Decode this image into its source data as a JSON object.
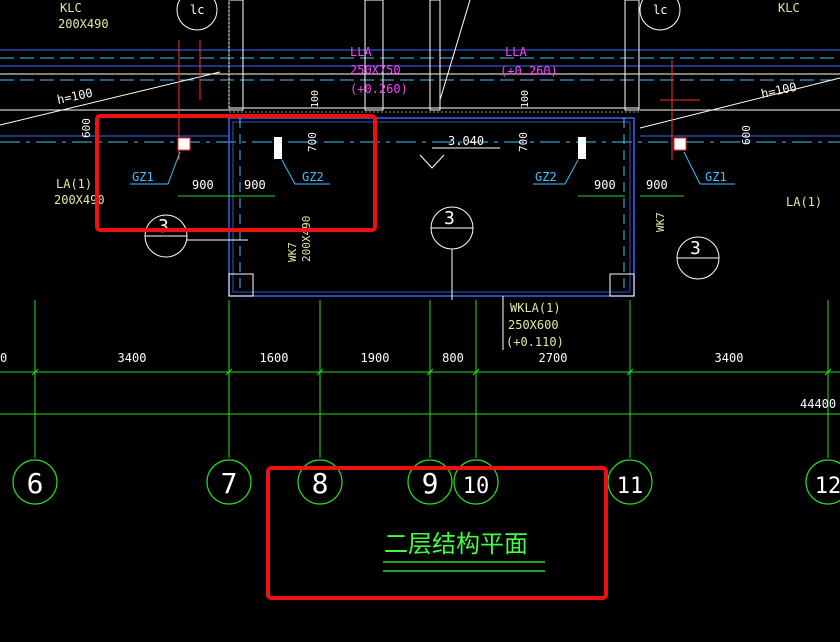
{
  "colors": {
    "background": "#000000",
    "axis": "#22dd22",
    "wall": "#ffffff",
    "beam": "#3a6cff",
    "annotation_magenta": "#ff40ff",
    "annotation_yellow": "#e6e6a0",
    "annotation_cyan": "#40c0ff",
    "highlight_box": "#ee1111",
    "title": "#40ff40"
  },
  "top_left": {
    "beam_code": "KLC",
    "beam_size": "200X490"
  },
  "top_right": {
    "beam_code": "KLC"
  },
  "beam_ll_left": {
    "code": "LLA",
    "size": "250X750",
    "elev": "(+0.260)"
  },
  "beam_ll_right": {
    "code": "LLA",
    "elev": "(+0.260)"
  },
  "h_left": "h=100",
  "h_right": "h=100",
  "dims_small": {
    "left_600": "600",
    "right_600": "600",
    "gap_100_left": "100",
    "gap_100_right": "100",
    "left_700": "700",
    "right_700": "700"
  },
  "level_mark": "3.040",
  "columns": {
    "gz1_left": "GZ1",
    "gz2_left": "GZ2",
    "gz2_right": "GZ2",
    "gz1_right": "GZ1"
  },
  "dims_900": [
    "900",
    "900",
    "900",
    "900"
  ],
  "beam_la_left": {
    "code": "LA(1)",
    "size": "200X490"
  },
  "beam_la_right": {
    "code": "LA(1)"
  },
  "wall_tag_left": {
    "code": "WK7",
    "size": "200X490"
  },
  "wall_tag_right": "WK7",
  "section_symbol": "3",
  "wkla": {
    "code": "WKLA(1)",
    "size": "250X600",
    "elev": "(+0.110)"
  },
  "axis_dims": [
    "3400",
    "1600",
    "1900",
    "800",
    "2700",
    "3400"
  ],
  "axis_dim_left_partial": "0",
  "axis_total": "44400",
  "axes": [
    "6",
    "7",
    "8",
    "9",
    "10",
    "11",
    "12"
  ],
  "title": "二层结构平面"
}
